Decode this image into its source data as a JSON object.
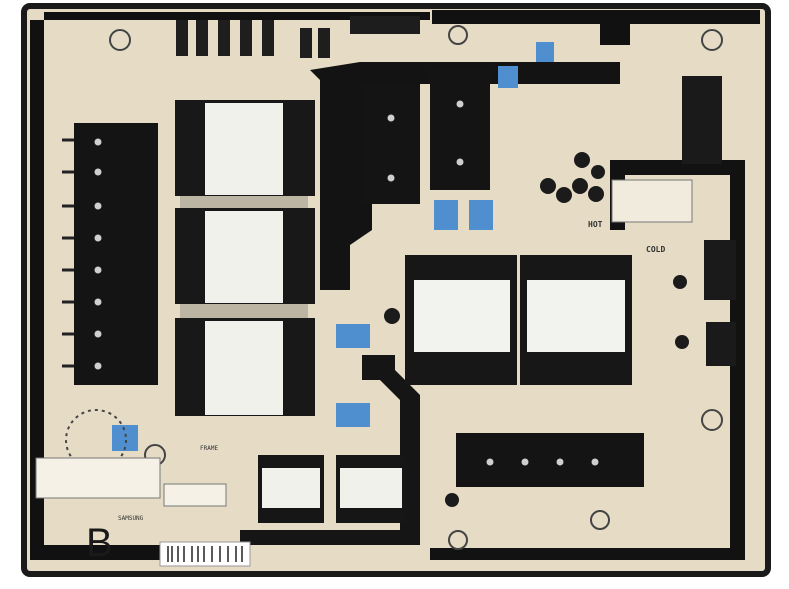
{
  "image": {
    "subject": "power-supply-board",
    "colors": {
      "board": "#e6dcc6",
      "trace": "#0d0d0d",
      "heatsink": "#141414",
      "label": "#f3f3ee",
      "capacitor": "#4f8fd0",
      "silkscreen": "#333333"
    }
  },
  "labels": {
    "hot": "HOT",
    "cold": "COLD",
    "board_letter": "B",
    "samsung": "SAMSUNG",
    "frame_marking": "FRAME"
  }
}
